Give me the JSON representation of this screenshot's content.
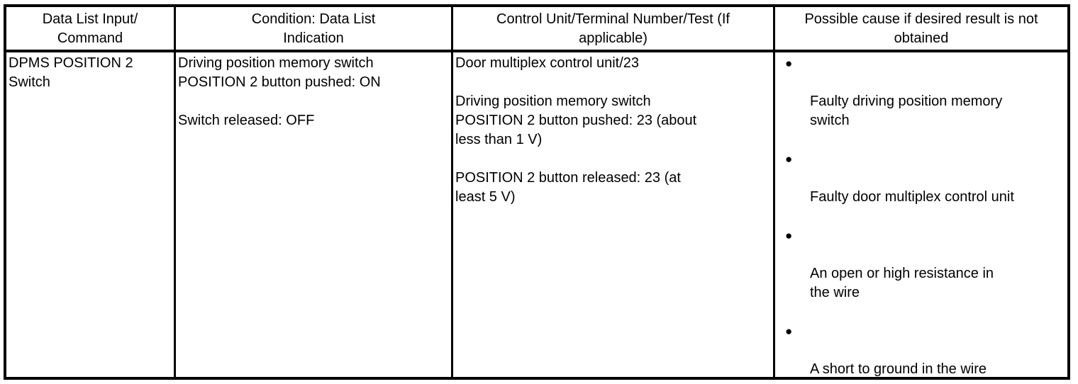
{
  "table": {
    "headers": [
      {
        "label": "Data List Input/\nCommand"
      },
      {
        "label": "Condition: Data List\nIndication"
      },
      {
        "label": "Control Unit/Terminal Number/Test (If\napplicable)"
      },
      {
        "label": "Possible cause if desired result is not\nobtained"
      }
    ],
    "row": {
      "input_command": "DPMS POSITION 2\nSwitch",
      "condition": "Driving position memory switch\nPOSITION 2 button pushed: ON\n\nSwitch released: OFF",
      "control_unit": "Door multiplex control unit/23\n\nDriving position memory switch\nPOSITION 2 button pushed: 23 (about\nless than 1 V)\n\nPOSITION 2 button released: 23 (at\nleast 5 V)",
      "possible_causes": {
        "bullet_char": "●",
        "items": [
          {
            "text": "Faulty driving position memory\nswitch"
          },
          {
            "text": "Faulty door multiplex control unit"
          },
          {
            "text": "An open or high resistance in\nthe wire"
          },
          {
            "text": "A short to ground in the wire"
          }
        ]
      }
    }
  },
  "colors": {
    "border": "#000000",
    "background": "#ffffff",
    "text": "#000000"
  }
}
